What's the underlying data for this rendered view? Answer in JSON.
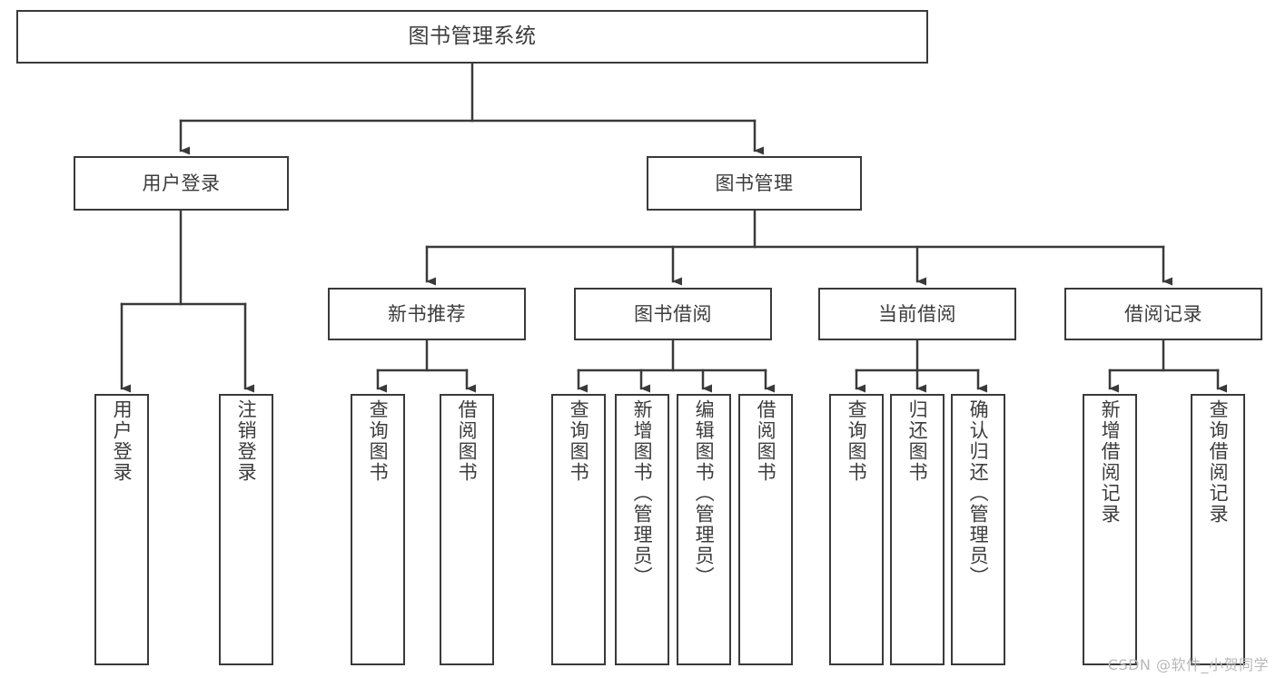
{
  "diagram": {
    "title": "图书管理系统",
    "type": "hierarchy-tree",
    "stroke_color": "#3a3a3a",
    "text_color": "#3c3c3c",
    "background_color": "#ffffff"
  },
  "nodes": {
    "root": {
      "label": "图书管理系统"
    },
    "level2": [
      {
        "label": "用户登录"
      },
      {
        "label": "图书管理"
      }
    ],
    "level3": [
      {
        "label": "新书推荐"
      },
      {
        "label": "图书借阅"
      },
      {
        "label": "当前借阅"
      },
      {
        "label": "借阅记录"
      }
    ],
    "leaves": {
      "user_login": [
        {
          "label": "用户登录"
        },
        {
          "label": "注销登录"
        }
      ],
      "new_book": [
        {
          "label": "查询图书"
        },
        {
          "label": "借阅图书"
        }
      ],
      "book_borrow": [
        {
          "label": "查询图书"
        },
        {
          "label": "新增图书（管理员）"
        },
        {
          "label": "编辑图书（管理员）"
        },
        {
          "label": "借阅图书"
        }
      ],
      "current_borrow": [
        {
          "label": "查询图书"
        },
        {
          "label": "归还图书"
        },
        {
          "label": "确认归还（管理员）"
        }
      ],
      "borrow_record": [
        {
          "label": "新增借阅记录"
        },
        {
          "label": "查询借阅记录"
        }
      ]
    }
  },
  "watermark": {
    "text": "CSDN @软件_小贺同学"
  }
}
